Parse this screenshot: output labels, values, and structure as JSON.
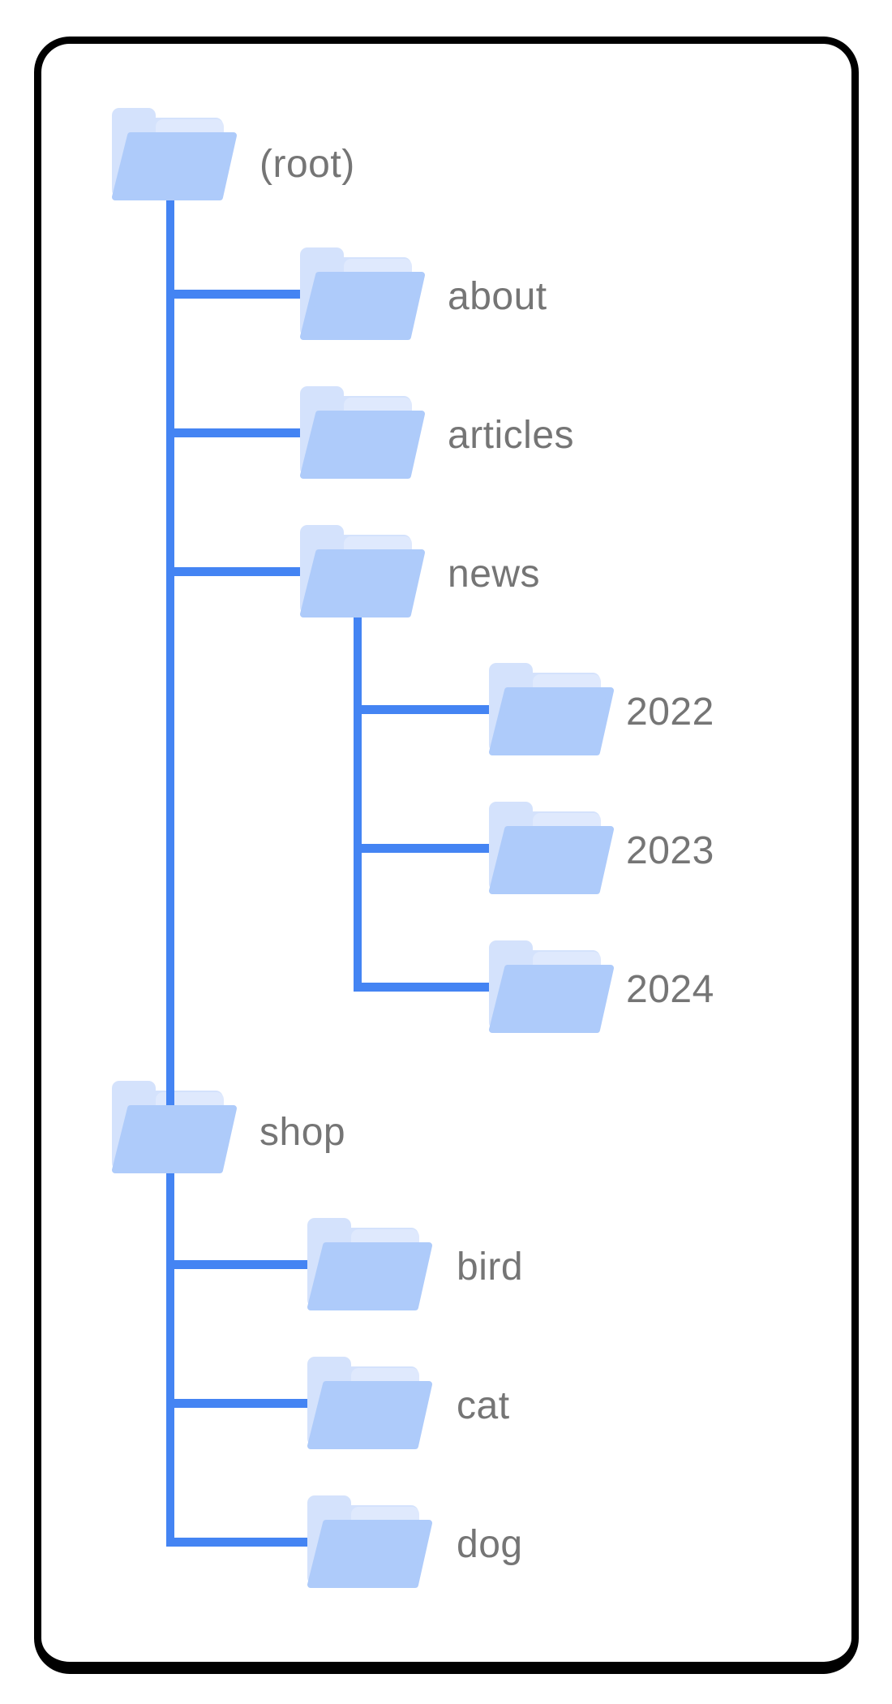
{
  "colors": {
    "line": "#4484f3",
    "folder-back": "#d4e2fc",
    "folder-sheet": "#dfe9fd",
    "folder-front": "#aecbfa",
    "label": "#757575",
    "card-border": "#000000",
    "card-bg": "#ffffff",
    "page-bg": "#ffffff"
  },
  "tree": {
    "root": {
      "label": "(root)"
    },
    "children": [
      {
        "label": "about"
      },
      {
        "label": "articles"
      },
      {
        "label": "news",
        "children": [
          {
            "label": "2022"
          },
          {
            "label": "2023"
          },
          {
            "label": "2024"
          }
        ]
      },
      {
        "label": "shop",
        "children": [
          {
            "label": "bird"
          },
          {
            "label": "cat"
          },
          {
            "label": "dog"
          }
        ]
      }
    ]
  }
}
